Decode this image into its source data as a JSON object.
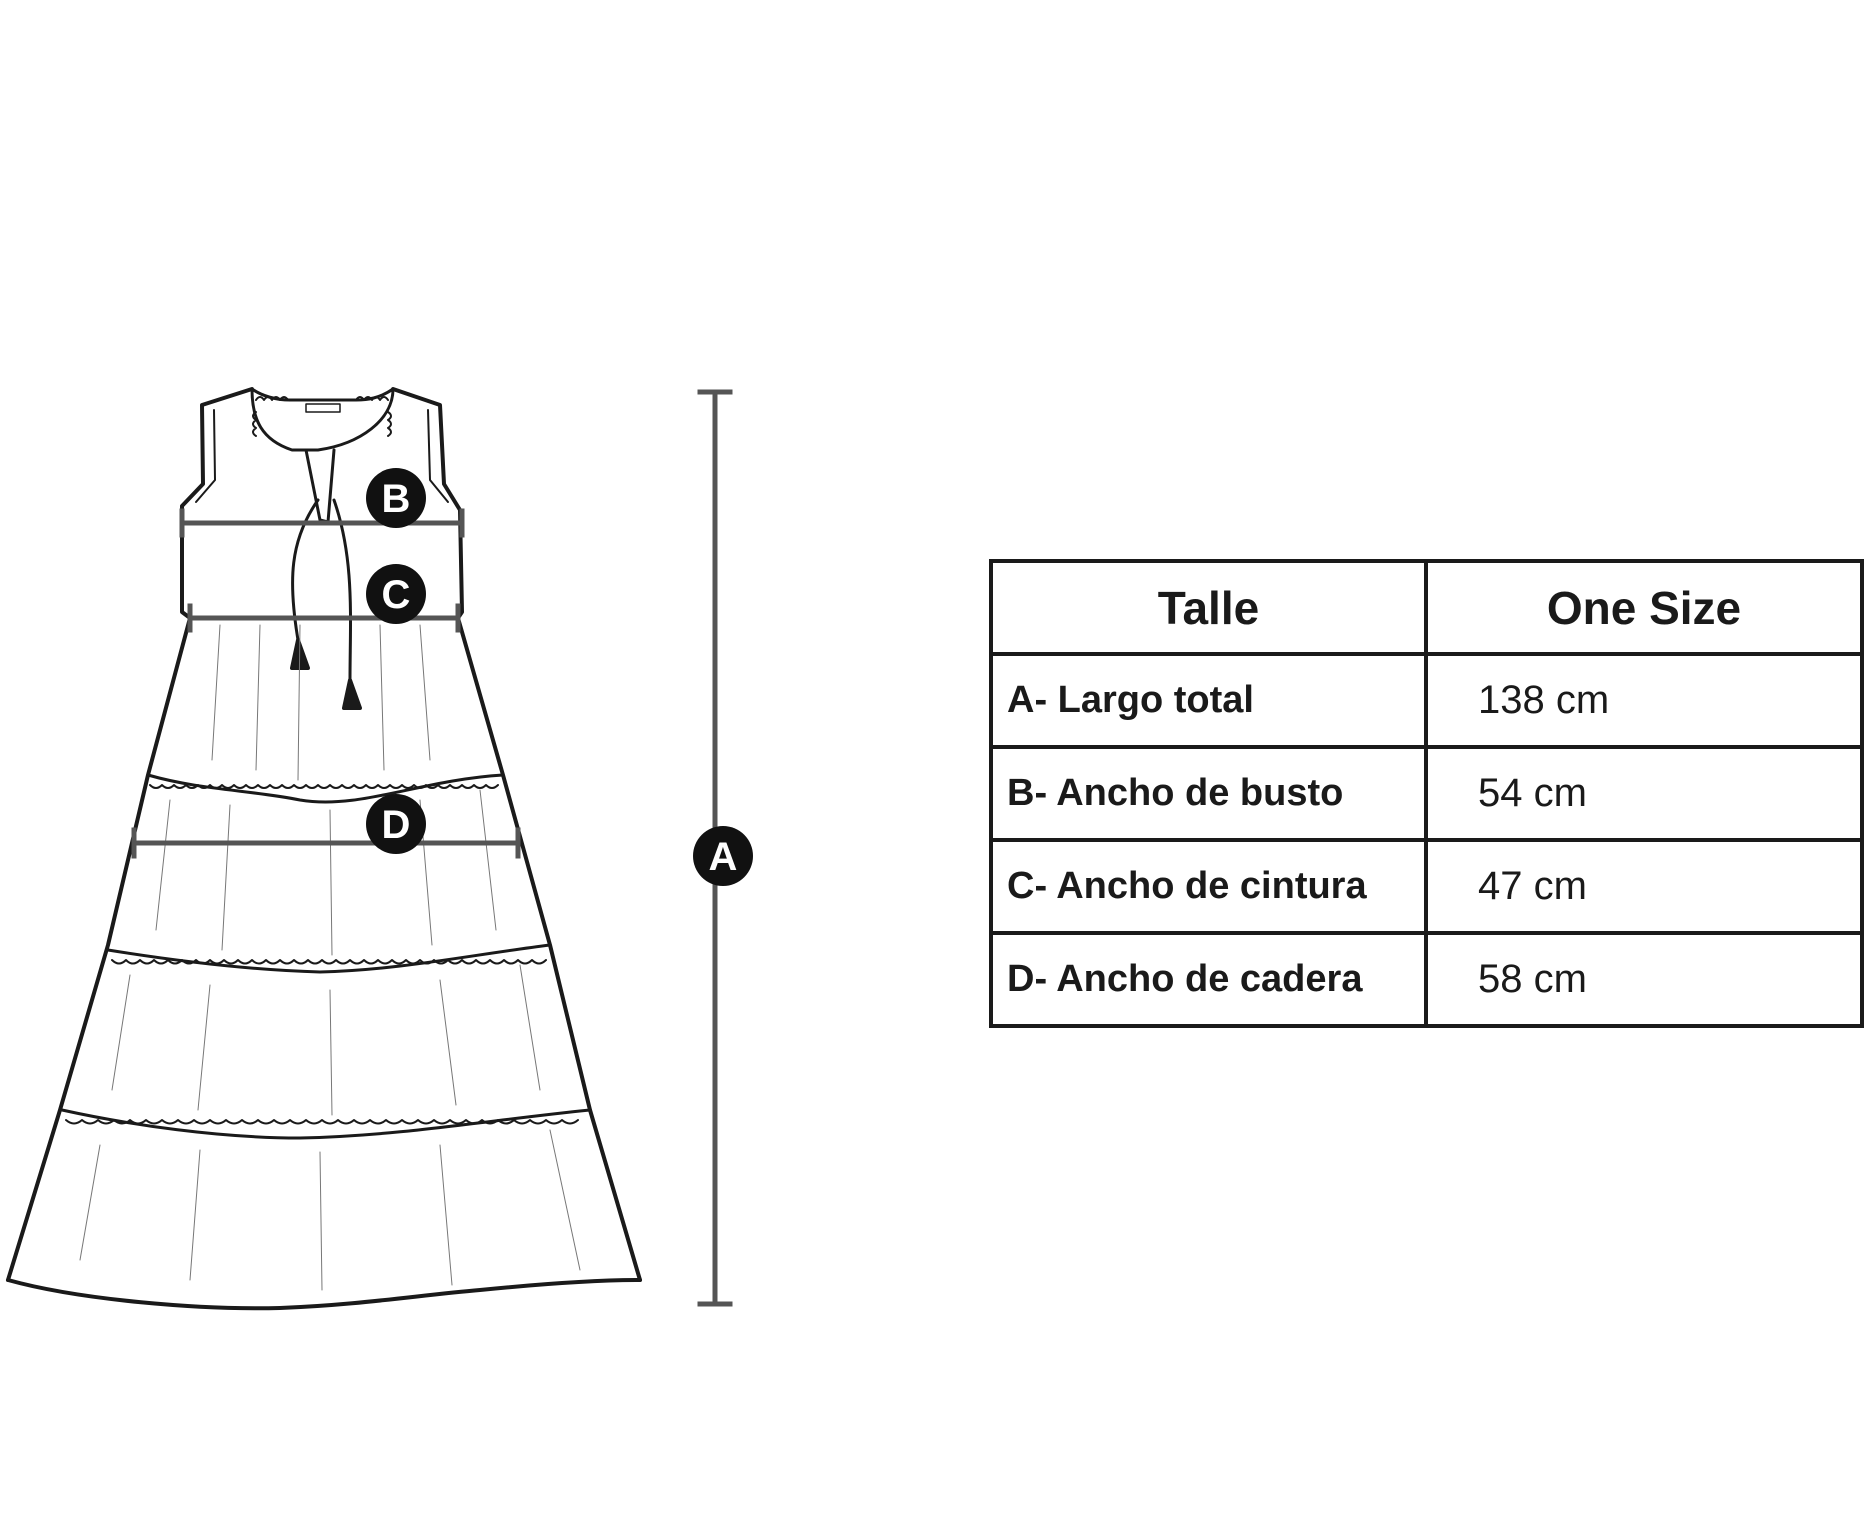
{
  "markers": [
    {
      "letter": "A"
    },
    {
      "letter": "B"
    },
    {
      "letter": "C"
    },
    {
      "letter": "D"
    }
  ],
  "table": {
    "headers": [
      "Talle",
      "One Size"
    ],
    "rows": [
      {
        "label": "A- Largo total",
        "value": "138 cm"
      },
      {
        "label": "B- Ancho de busto",
        "value": "54 cm"
      },
      {
        "label": "C- Ancho de cintura",
        "value": "47 cm"
      },
      {
        "label": "D- Ancho de cadera",
        "value": "58 cm"
      }
    ]
  },
  "colors": {
    "line": "#1a1a1a",
    "measure": "#555555",
    "marker_fill": "#111111"
  }
}
